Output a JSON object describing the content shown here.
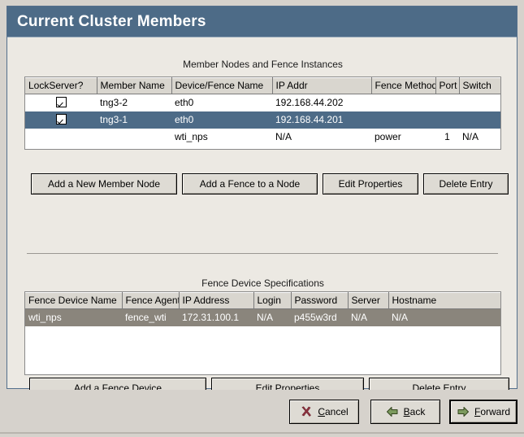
{
  "window": {
    "title": "Current Cluster Members"
  },
  "colors": {
    "title_bar": "#4d6b87",
    "selection_active": "#4d6b87",
    "selection_inactive": "#8a857c",
    "panel_background": "#ece9e3",
    "dialog_background": "#d6d2cc",
    "header_cell": "#d9d6cf",
    "cancel_icon": "#8f3340",
    "arrow_icon": "#7c9a5e"
  },
  "members_section": {
    "caption": "Member Nodes and Fence Instances",
    "columns": [
      "LockServer?",
      "Member Name",
      "Device/Fence Name",
      "IP Addr",
      "Fence Method",
      "Port",
      "Switch"
    ],
    "rows": [
      {
        "selected": false,
        "lockserver_checked": true,
        "member_name": "tng3-2",
        "device_fence_name": "eth0",
        "ip_addr": "192.168.44.202",
        "fence_method": "",
        "port": "",
        "switch": ""
      },
      {
        "selected": true,
        "lockserver_checked": true,
        "member_name": "tng3-1",
        "device_fence_name": "eth0",
        "ip_addr": "192.168.44.201",
        "fence_method": "",
        "port": "",
        "switch": ""
      },
      {
        "selected": false,
        "lockserver_checked": false,
        "member_name": "",
        "device_fence_name": "wti_nps",
        "ip_addr": "N/A",
        "fence_method": "power",
        "port": "1",
        "switch": "N/A"
      }
    ],
    "buttons": {
      "add_member": "Add a New Member Node",
      "add_fence": "Add a Fence to a Node",
      "edit_properties": "Edit Properties",
      "delete_entry": "Delete Entry"
    }
  },
  "fence_section": {
    "caption": "Fence Device Specifications",
    "columns": [
      "Fence Device Name",
      "Fence Agent",
      "IP Address",
      "Login",
      "Password",
      "Server",
      "Hostname"
    ],
    "rows": [
      {
        "selected": true,
        "fence_device_name": "wti_nps",
        "fence_agent": "fence_wti",
        "ip_address": "172.31.100.1",
        "login": "N/A",
        "password": "p455w3rd",
        "server": "N/A",
        "hostname": "N/A"
      }
    ],
    "buttons": {
      "add_fence_device": "Add a Fence Device",
      "edit_properties": "Edit Properties",
      "delete_entry": "Delete Entry"
    }
  },
  "footer": {
    "cancel": {
      "label_pre": "",
      "accel": "C",
      "label_post": "ancel",
      "icon": "cancel-x-icon"
    },
    "back": {
      "label_pre": "",
      "accel": "B",
      "label_post": "ack",
      "icon": "arrow-left-icon"
    },
    "forward": {
      "label_pre": "",
      "accel": "F",
      "label_post": "orward",
      "icon": "arrow-right-icon"
    }
  }
}
